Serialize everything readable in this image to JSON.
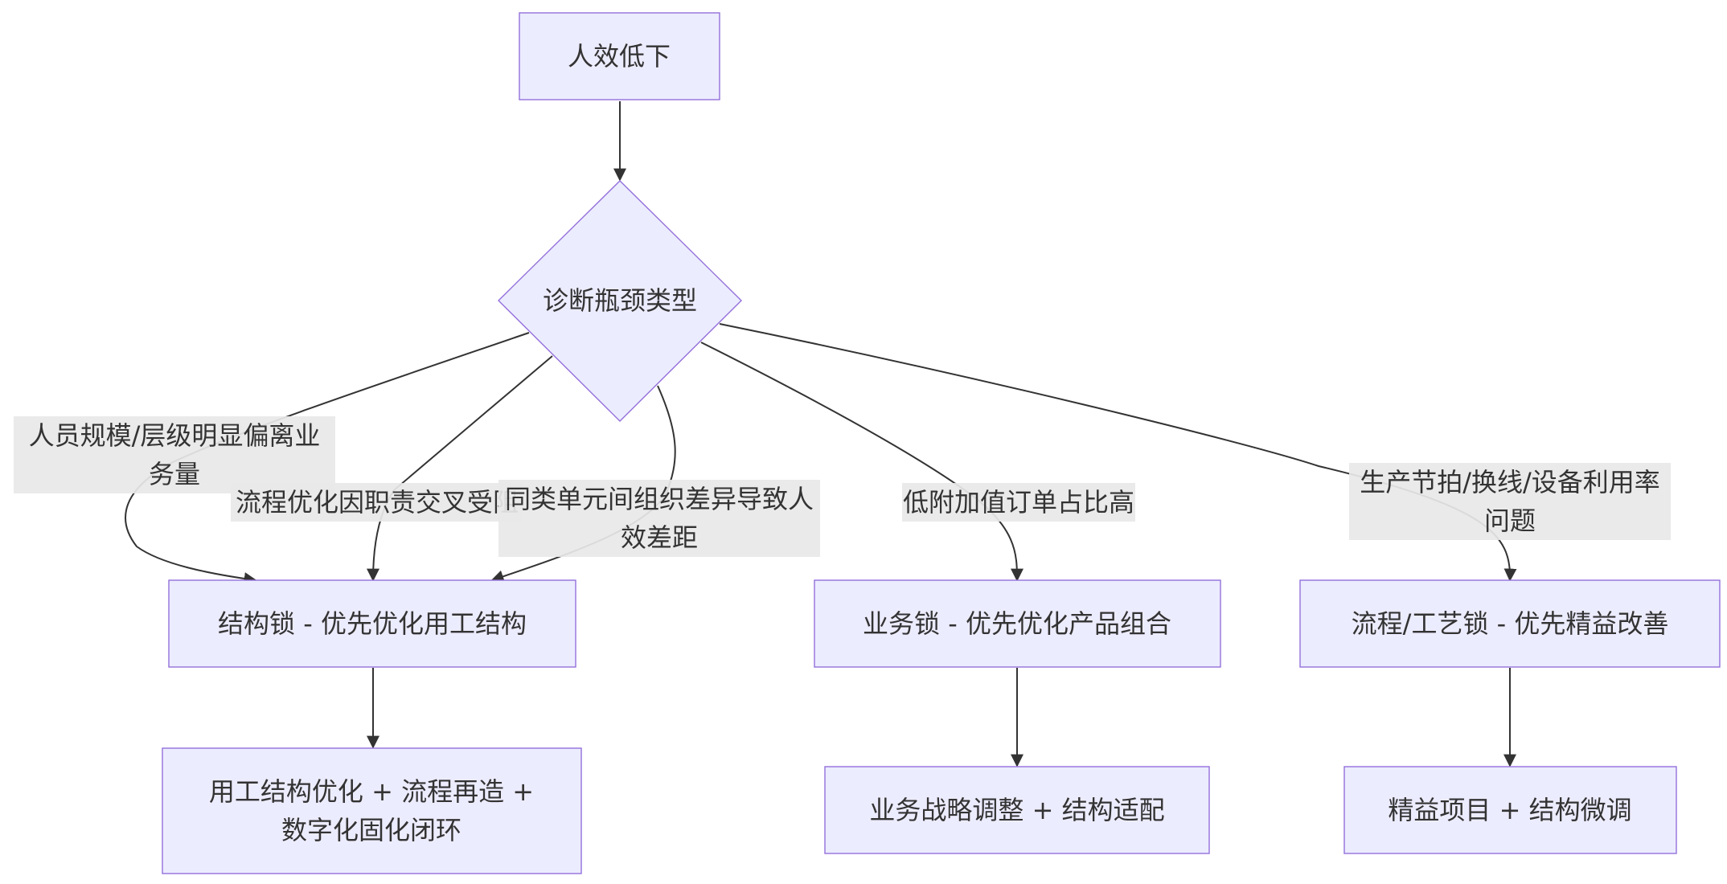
{
  "diagram": {
    "nodes": {
      "start": "人效低下",
      "decision": "诊断瓶颈类型",
      "structure_lock": "结构锁 - 优先优化用工结构",
      "business_lock": "业务锁 - 优先优化产品组合",
      "process_lock": "流程/工艺锁 - 优先精益改善",
      "structure_action_line1": "用工结构优化 + 流程再造 +",
      "structure_action_line2": "数字化固化闭环",
      "business_action": "业务战略调整 + 结构适配",
      "process_action": "精益项目 + 结构微调"
    },
    "edge_labels": {
      "headcount_line1": "人员规模/层级明显偏离业",
      "headcount_line2": "务量",
      "responsibility": "流程优化因职责交叉受阻",
      "org_diff_line1": "同类单元间组织差异导致人",
      "org_diff_line2": "效差距",
      "low_value": "低附加值订单占比高",
      "production_line1": "生产节拍/换线/设备利用率",
      "production_line2": "问题"
    },
    "colors": {
      "node_fill": "#ECECFF",
      "node_stroke": "#9370DB",
      "edge": "#333333",
      "label_bg": "#e8e8e8",
      "text": "#333333"
    }
  }
}
